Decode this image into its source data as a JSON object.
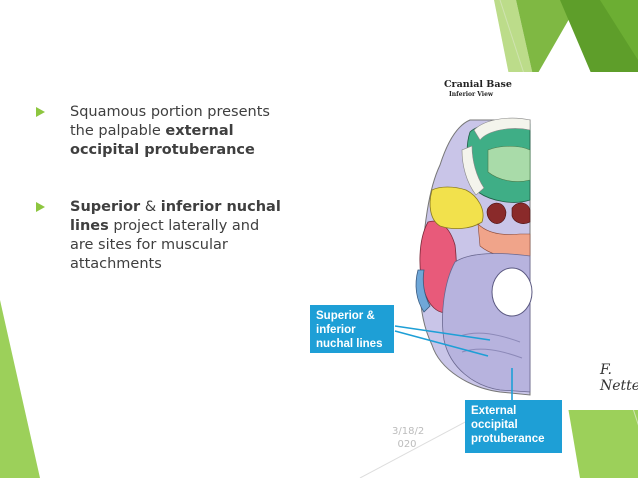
{
  "bullets": [
    {
      "text_before": "Squamous portion presents the palpable ",
      "bold1": "external occipital protuberance",
      "middle": "",
      "bold2": "",
      "text_after": ""
    },
    {
      "text_before": "",
      "bold1": "Superior",
      "middle": " & ",
      "bold2": "inferior nuchal lines",
      "text_after": " project laterally and are sites for muscular attachments"
    }
  ],
  "figure": {
    "title": "Cranial Base",
    "subtitle": "Inferior View",
    "signature": "F. Netter"
  },
  "callouts": {
    "nuchal": [
      "Superior &",
      "inferior",
      "nuchal lines"
    ],
    "protuberance": [
      "External",
      "occipital",
      "protuberance"
    ]
  },
  "date_text": [
    "3/18/2",
    "020"
  ],
  "colors": {
    "accent_green": "#8dc63f",
    "callout_blue": "#1e9fd6",
    "bone_lavender": "#b7b3de"
  }
}
